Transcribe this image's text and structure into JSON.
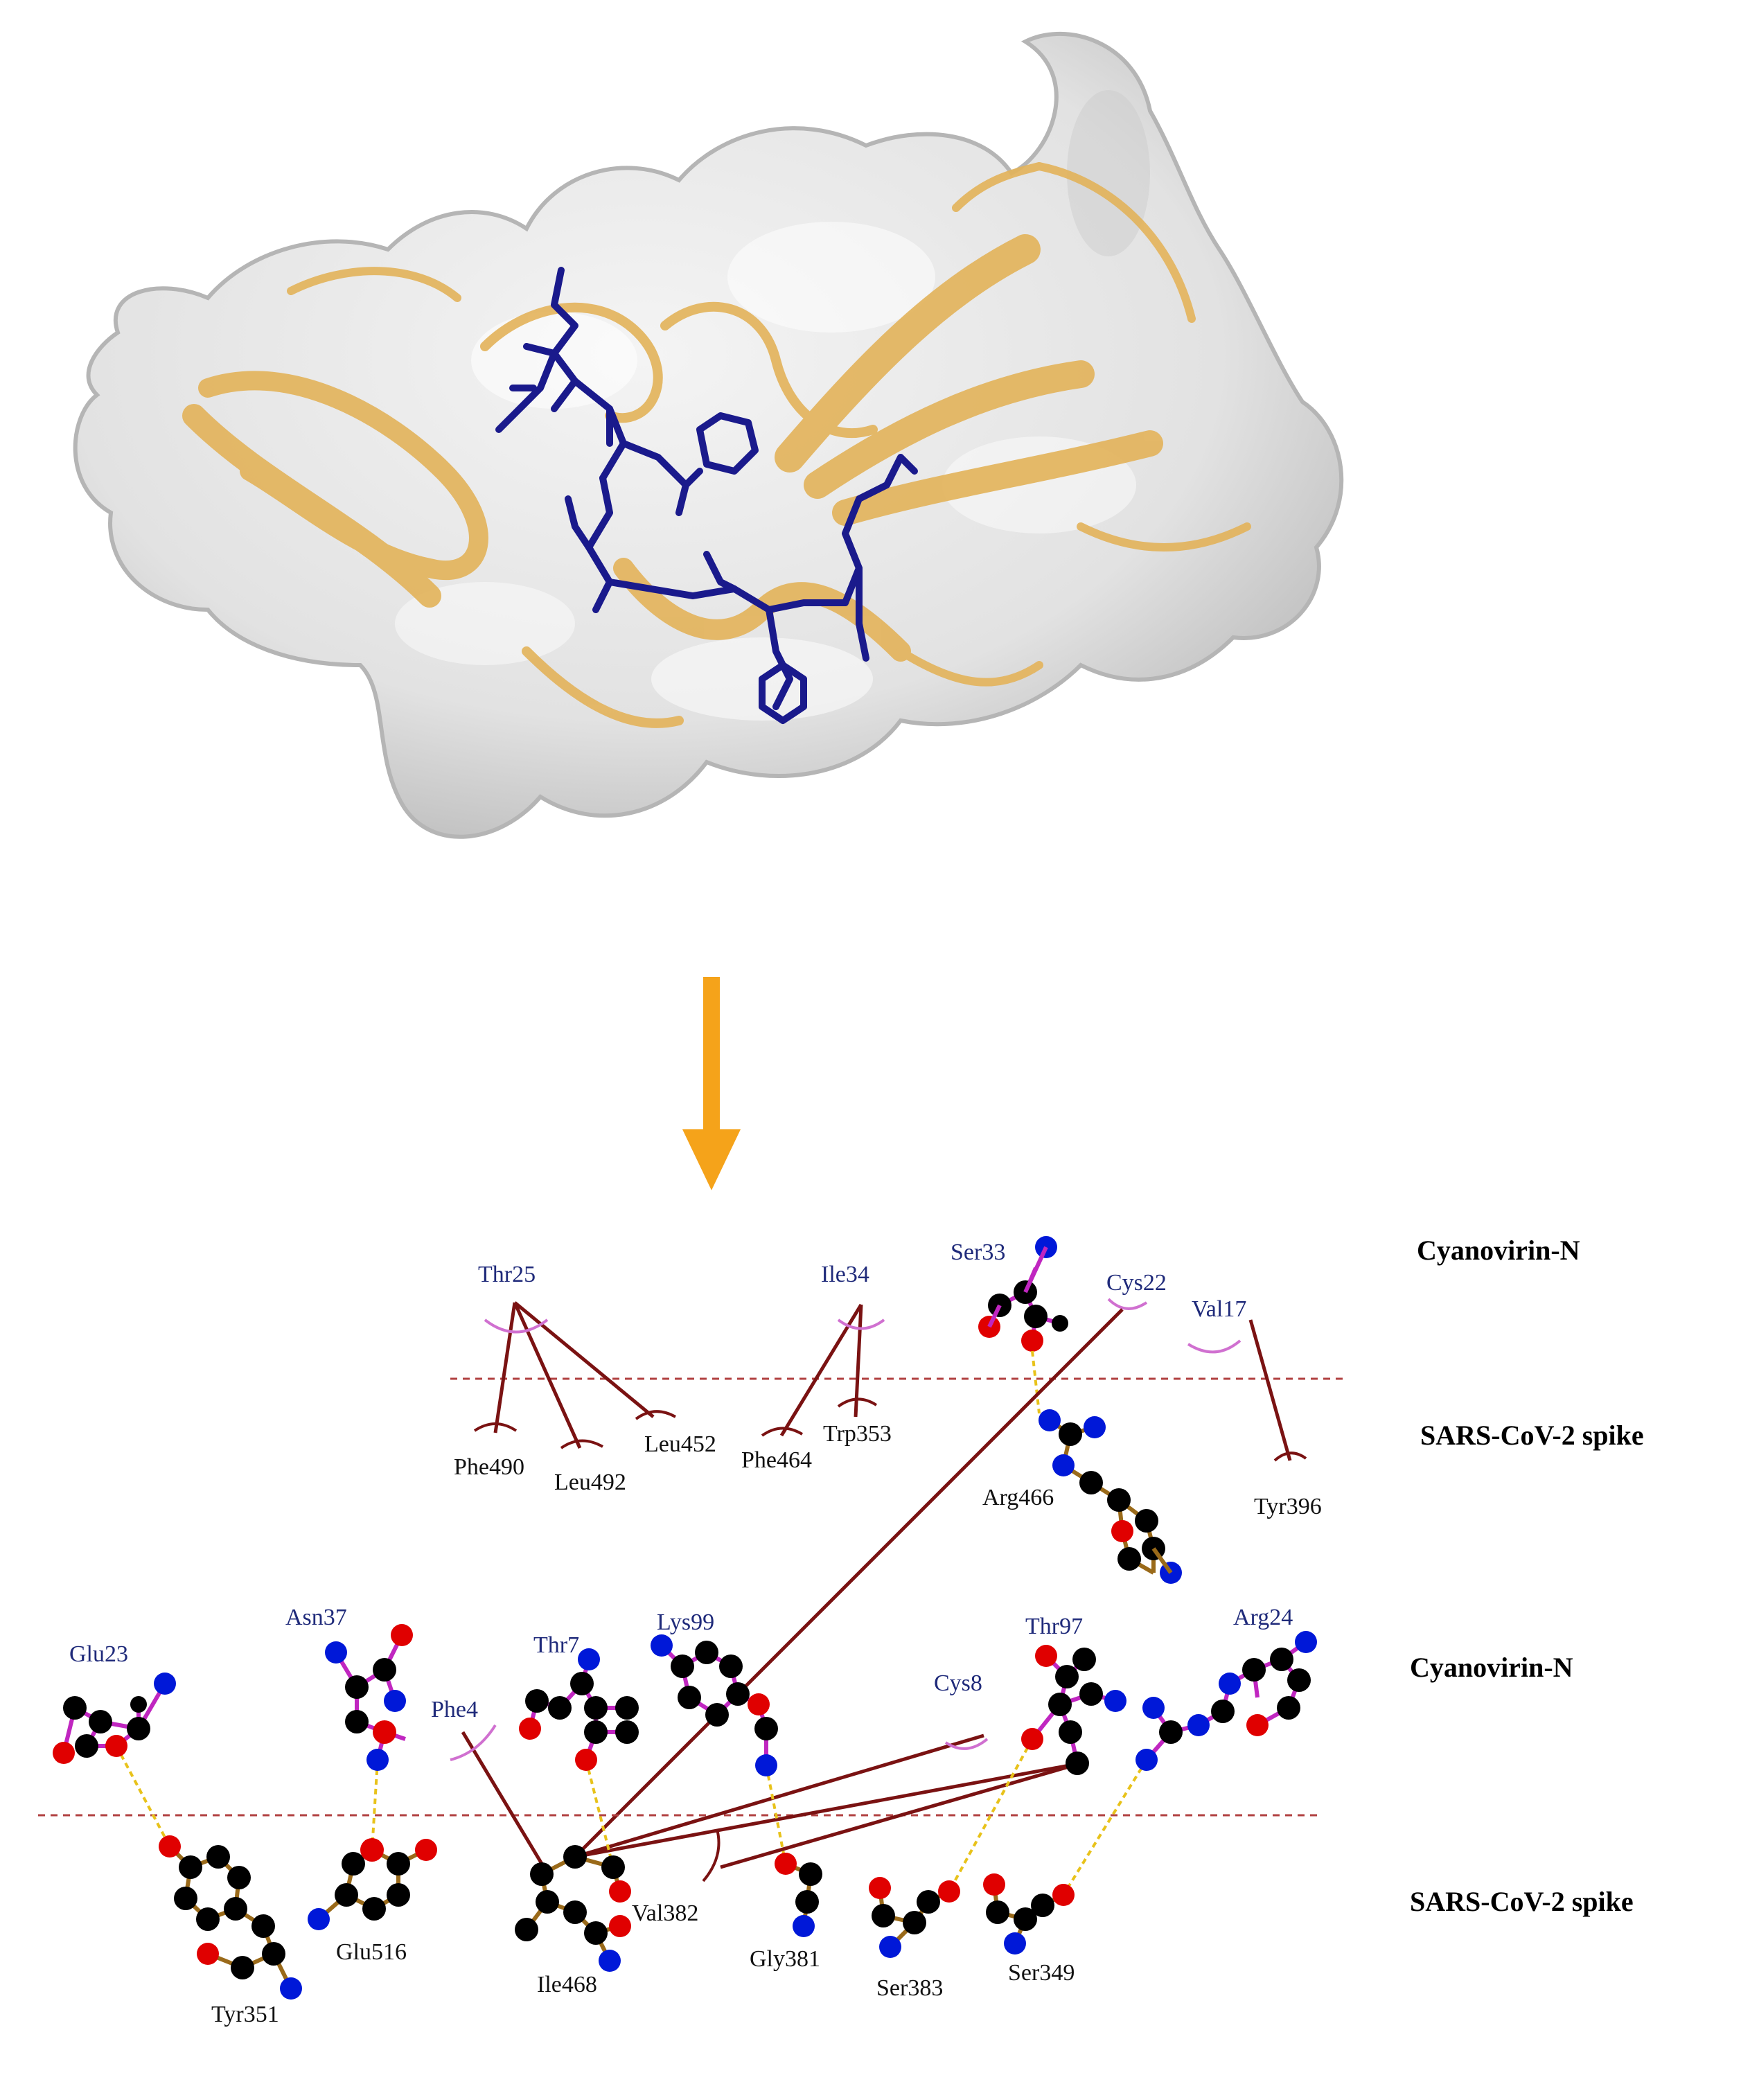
{
  "panel_labels": {
    "top_receptor": "Cyanovirin-N",
    "top_ligand": "SARS-CoV-2 spike",
    "bottom_receptor": "Cyanovirin-N",
    "bottom_ligand": "SARS-CoV-2 spike"
  },
  "top_panel": {
    "receptor_residues": [
      "Thr25",
      "Ile34",
      "Ser33",
      "Cys22",
      "Val17"
    ],
    "ligand_residues": [
      "Phe490",
      "Leu492",
      "Leu452",
      "Phe464",
      "Trp353",
      "Arg466",
      "Tyr396"
    ]
  },
  "bottom_panel": {
    "receptor_residues": [
      "Glu23",
      "Asn37",
      "Phe4",
      "Thr7",
      "Lys99",
      "Cys8",
      "Thr97",
      "Arg24"
    ],
    "ligand_residues": [
      "Tyr351",
      "Glu516",
      "Ile468",
      "Val382",
      "Gly381",
      "Ser383",
      "Ser349"
    ]
  },
  "colors": {
    "ribbon": "#e3b35a",
    "surface": "#d6d6d6",
    "ligand_stick": "#1a1a8c",
    "arrow": "#f5a31a",
    "hydrophobic_line": "#7a1212",
    "hbond": "#e8c21a",
    "carbon": "#000000",
    "oxygen": "#e00000",
    "nitrogen": "#0018d8",
    "receptor_bond": "#c026c0",
    "ligand_bond": "#9a6a1a"
  }
}
